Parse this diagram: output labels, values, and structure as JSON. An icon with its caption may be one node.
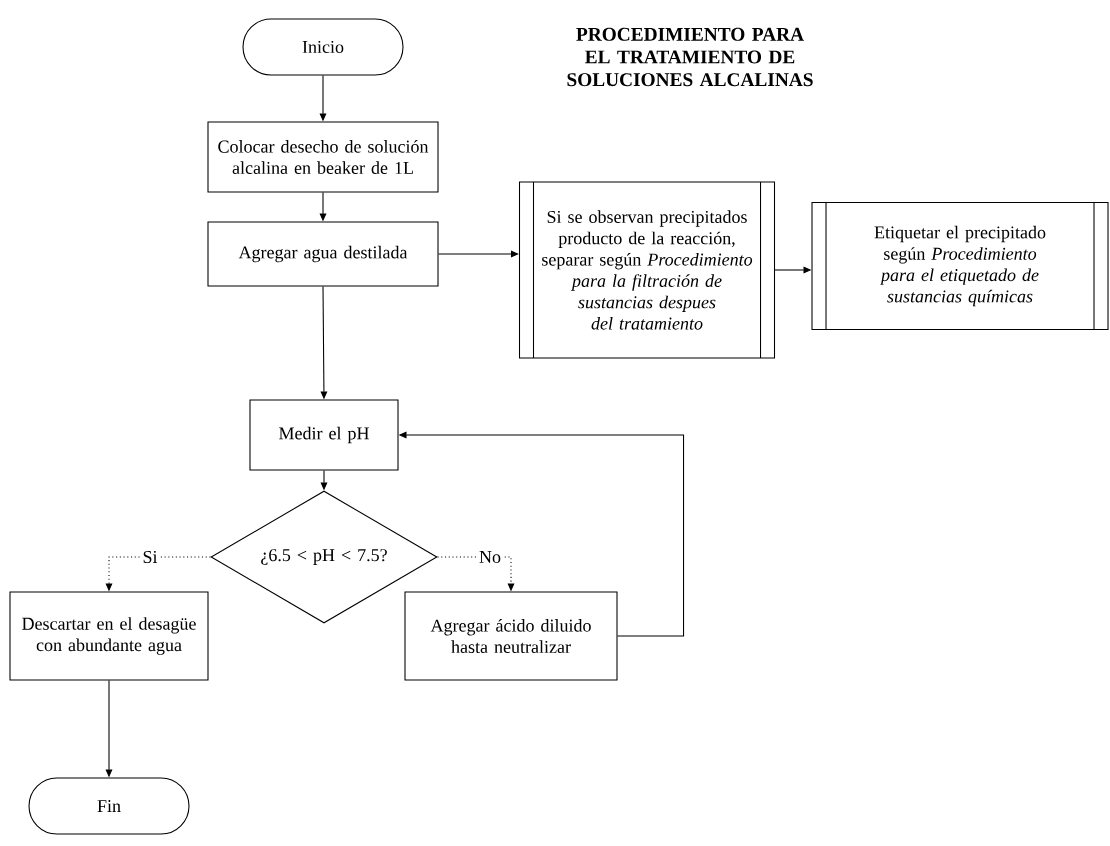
{
  "diagram": {
    "title": "PROCEDIMIENTO PARA EL TRATAMIENTO DE SOLUCIONES ALCALINAS",
    "nodes": [
      {
        "text": [
          "Inicio"
        ]
      },
      {
        "text": [
          "Colocar desecho de solución alcalina en beaker de 1L"
        ]
      },
      {
        "text": [
          "Agregar agua destilada"
        ]
      },
      {
        "text": [
          "Si se observan precipitados producto de la reacción, separar según *Procedimiento para la filtración de sustancias despues del tratamiento*"
        ]
      },
      {
        "text": [
          "Etiquetar el precipitado según *Procedimiento para el etiquetado de sustancias químicas*"
        ]
      },
      {
        "text": [
          "Medir el pH"
        ]
      },
      {
        "text": [
          "¿6.5 < pH < 7.5?"
        ]
      },
      {
        "text": [
          "Descartar en el desagüe con abundante agua"
        ]
      },
      {
        "text": [
          "Agregar ácido diluido hasta neutralizar"
        ]
      },
      {
        "text": [
          "Fin"
        ]
      }
    ],
    "edges": [
      {
        "from": 0,
        "to": 1,
        "arrow": "to"
      },
      {
        "from": 1,
        "to": 2,
        "arrow": "to"
      },
      {
        "from": 2,
        "to": 3,
        "arrow": "to"
      },
      {
        "from": 3,
        "to": 4,
        "arrow": "to"
      },
      {
        "from": 2,
        "to": 5,
        "arrow": "to"
      },
      {
        "from": 5,
        "to": 6,
        "arrow": "to"
      },
      {
        "from": 6,
        "to": 7,
        "arrow": "to",
        "label": "Si",
        "style": "dashed"
      },
      {
        "from": 6,
        "to": 8,
        "arrow": "to",
        "label": "No",
        "style": "dashed"
      },
      {
        "from": 8,
        "to": 5,
        "arrow": "to"
      },
      {
        "from": 7,
        "to": 9,
        "arrow": "to"
      }
    ]
  }
}
